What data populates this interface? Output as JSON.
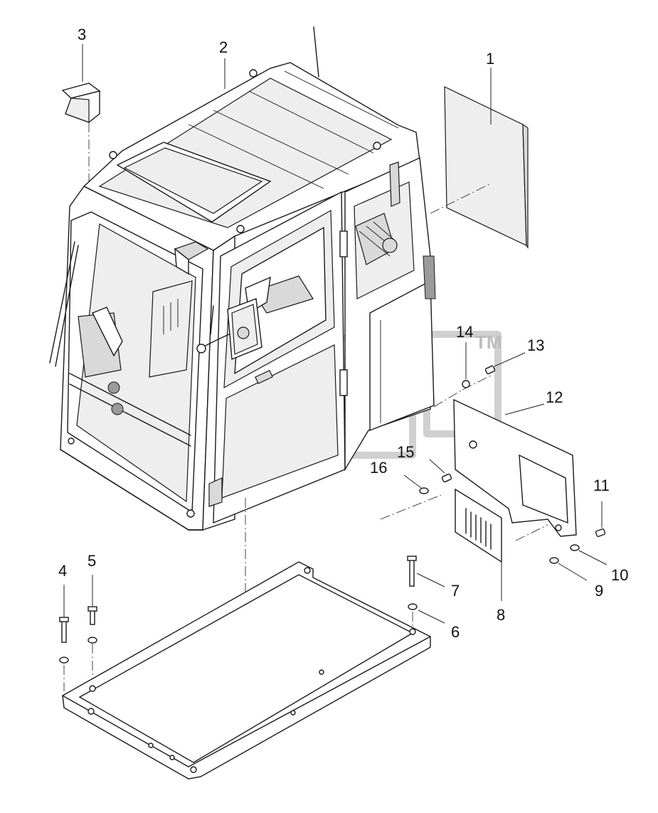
{
  "watermark": {
    "trademark": "TM"
  },
  "callouts": [
    {
      "id": "callout-1",
      "text": "1"
    },
    {
      "id": "callout-2",
      "text": "2"
    },
    {
      "id": "callout-3",
      "text": "3"
    },
    {
      "id": "callout-4",
      "text": "4"
    },
    {
      "id": "callout-5",
      "text": "5"
    },
    {
      "id": "callout-6",
      "text": "6"
    },
    {
      "id": "callout-7",
      "text": "7"
    },
    {
      "id": "callout-8",
      "text": "8"
    },
    {
      "id": "callout-9",
      "text": "9"
    },
    {
      "id": "callout-10",
      "text": "10"
    },
    {
      "id": "callout-11",
      "text": "11"
    },
    {
      "id": "callout-12",
      "text": "12"
    },
    {
      "id": "callout-13",
      "text": "13"
    },
    {
      "id": "callout-14",
      "text": "14"
    },
    {
      "id": "callout-15",
      "text": "15"
    },
    {
      "id": "callout-16",
      "text": "16"
    }
  ]
}
